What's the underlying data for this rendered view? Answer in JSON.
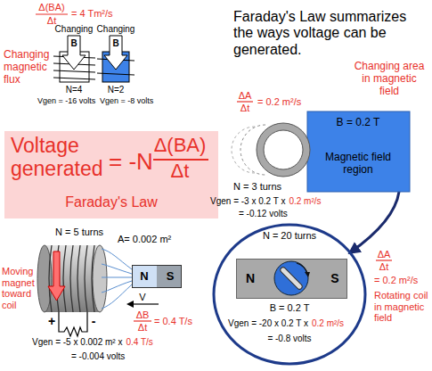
{
  "diagram": {
    "title": "Faraday's Law summarizes the ways voltage can be generated.",
    "nodes": [
      {
        "text": [
          "B = 0.2 T",
          "Magnetic field region"
        ]
      },
      {
        "text": [
          "Voltage generated",
          "= -N",
          "Δ(BA)",
          "Δt",
          "Faraday's Law"
        ]
      },
      {
        "text": [
          "N",
          "S"
        ]
      },
      {
        "text": [
          "N = 20 turns",
          "B = 0.2 T",
          "Vgen = -20 x 0.2 T x",
          "0.2 m²/s",
          "= -0.8 volts"
        ]
      },
      {
        "text": [
          "N",
          "S"
        ],
        "in": 3
      }
    ],
    "edges": [
      {
        "from": 0,
        "to": 3,
        "arrow": "to"
      }
    ],
    "labels": [
      "Δ(BA)",
      "Δt",
      "= 4 Tm²/s",
      "Changing magnetic flux",
      "Changing",
      "B",
      "Changing",
      "B",
      "N=4",
      "N=2",
      "Vgen = -16 volts",
      "Vgen = -8 volts",
      "Changing area in magnetic field",
      "ΔA",
      "Δt",
      "= 0.2 m²/s",
      "N = 3 turns",
      "Vgen = -3 x 0.2 T x",
      "0.2 m²/s",
      "= -0.12 volts",
      "N = 5 turns",
      "A= 0.002 m²",
      "Moving magnet toward coil",
      "V",
      "ΔB",
      "Δt",
      "= 0.4 T/s",
      "+",
      "-",
      "Vgen = -5 x 0.002 m² x",
      "0.4 T/s",
      "= -0.004 volts",
      "ΔA",
      "Δt",
      "= 0.2 m²/s",
      "Rotating coil in magnetic field"
    ]
  }
}
